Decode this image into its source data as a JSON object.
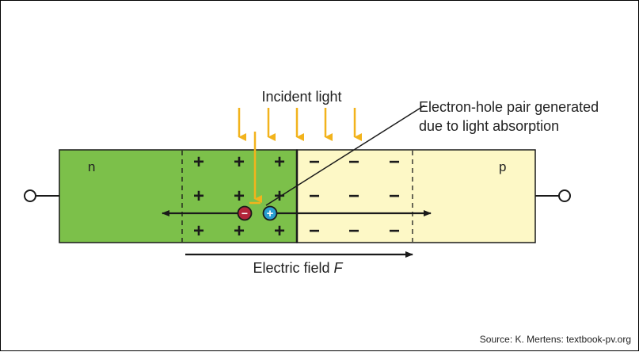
{
  "labels": {
    "incident_light": "Incident light",
    "pair_line1": "Electron-hole pair generated",
    "pair_line2": "due to light absorption",
    "n_region": "n",
    "p_region": "p",
    "field_prefix": "Electric field ",
    "field_symbol": "F",
    "source": "Source: K. Mertens: textbook-pv.org"
  },
  "charges": {
    "positive_symbol": "+",
    "negative_symbol": "−",
    "electron_symbol": "−",
    "hole_symbol": "+"
  },
  "colors": {
    "n_region": "#7cc04a",
    "p_region": "#fdf8c6",
    "light": "#f2b31c",
    "electron": "#b2243a",
    "hole": "#2a9fd0"
  }
}
